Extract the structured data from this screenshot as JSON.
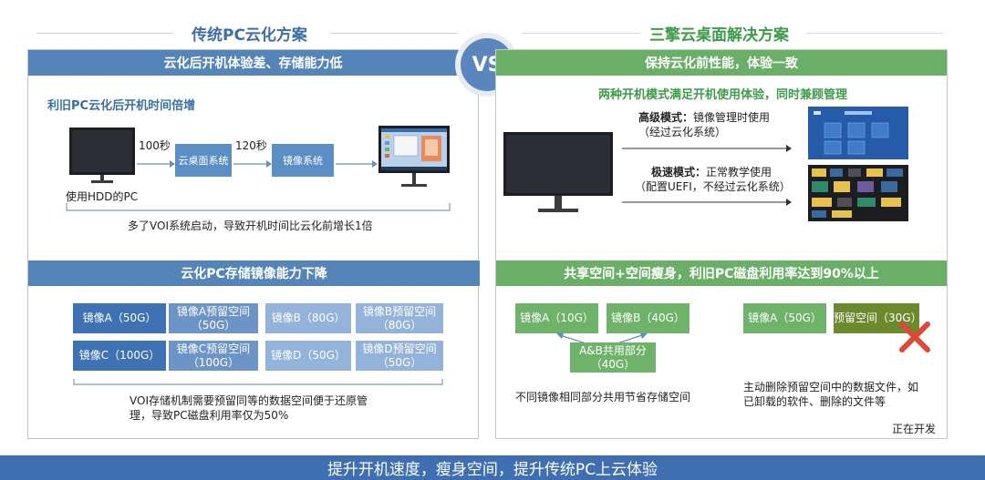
{
  "left": {
    "title": "传统PC云化方案",
    "bar1": "云化后开机体验差、存储能力低",
    "sub1": "利旧PC云化后开机时间倍增",
    "flow": {
      "t1": "100秒",
      "box1": "云桌面系统",
      "t2": "120秒",
      "box2": "镜像系统",
      "pc_label": "使用HDD的PC",
      "note": "多了VOI系统启动，导致开机时间比云化前增长1倍"
    },
    "bar2": "云化PC存储镜像能力下降",
    "blocks": [
      [
        "镜像A（50G）",
        "镜像A预留空间（50G）",
        "镜像B（80G）",
        "镜像B预留空间（80G）"
      ],
      [
        "镜像C（100G）",
        "镜像C预留空间（100G）",
        "镜像D（50G）",
        "镜像D预留空间（50G）"
      ]
    ],
    "note2_line1": "VOI存储机制需要预留同等的数据空间便于还原管",
    "note2_line2": "理，导致PC磁盘利用率仅为50%"
  },
  "vs": "VS",
  "right": {
    "title": "三擎云桌面解决方案",
    "bar1": "保持云化前性能，体验一致",
    "sub1": "两种开机模式满足开机使用体验，同时兼顾管理",
    "mode1_bold": "高级模式：",
    "mode1_rest": "镜像管理时使用",
    "mode1_sub": "（经过云化系统）",
    "mode2_bold": "极速模式：",
    "mode2_rest": "正常教学使用",
    "mode2_sub": "（配置UEFI，不经过云化系统）",
    "bar2": "共享空间+空间瘦身，利旧PC磁盘利用率达到90%以上",
    "share": {
      "a": "镜像A（10G）",
      "b": "镜像B（40G）",
      "ab": "A&B共用部分（40G）",
      "note": "不同镜像相同部分共用节省存储空间"
    },
    "slim": {
      "a": "镜像A（50G）",
      "reserve": "预留空间（30G）",
      "note_line1": "主动删除预留空间中的数据文件，如",
      "note_line2": "已卸载的软件、删除的文件等",
      "status": "正在开发"
    }
  },
  "footer": "提升开机速度，瘦身空间，提升传统PC上云体验"
}
